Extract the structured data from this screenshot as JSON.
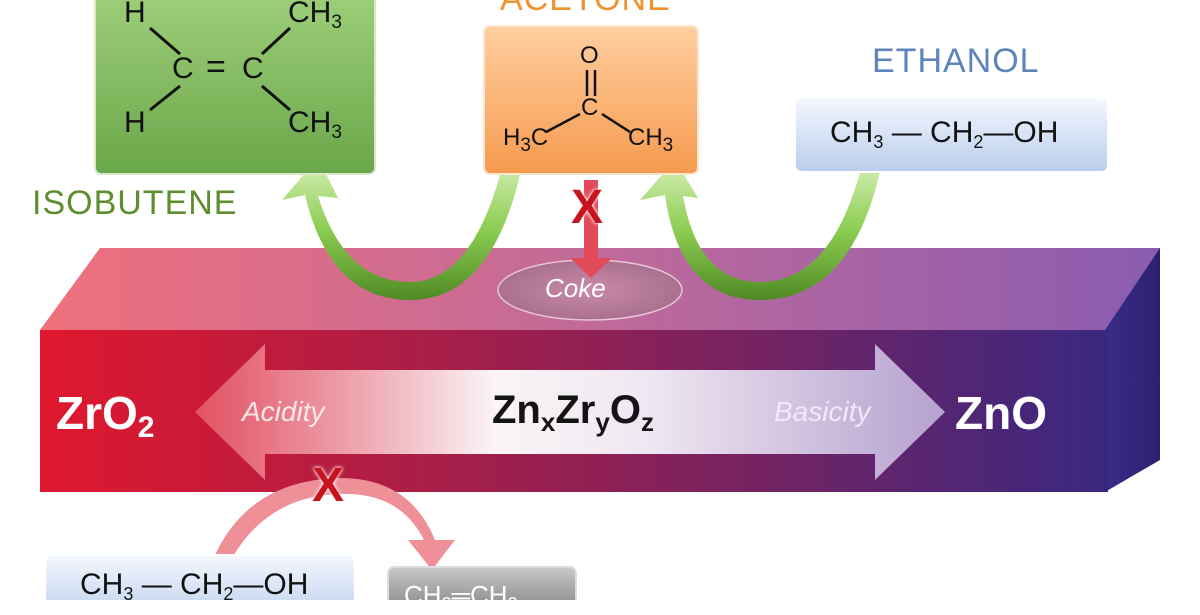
{
  "labels": {
    "isobutene": "ISOBUTENE",
    "acetone": "ACETONE",
    "ethanol": "ETHANOL"
  },
  "isobutene_structure": {
    "h": "H",
    "c": "C",
    "double_bond": "=",
    "ch": "CH",
    "sub3": "3"
  },
  "acetone_structure": {
    "o": "O",
    "c": "C",
    "h": "H",
    "sub3": "3",
    "ch": "CH"
  },
  "ethanol_box": {
    "ch": "CH",
    "sub3": "3",
    "sub2": "2",
    "oh": "OH",
    "dash": "—"
  },
  "bottom": {
    "ch": "CH",
    "sub3": "3",
    "sub2": "2",
    "oh": "OH",
    "dash": "—",
    "double": "═"
  },
  "slab": {
    "left": "Zr",
    "left_o": "O",
    "left_sub": "2",
    "right": "ZnO",
    "formula_zn": "Zn",
    "formula_x": "x",
    "formula_zr": "Zr",
    "formula_y": "y",
    "formula_o": "O",
    "formula_z": "z",
    "acidity": "Acidity",
    "basicity": "Basicity",
    "coke": "Coke"
  },
  "blocked_marker": "X",
  "colors": {
    "isobutene": "#5e8e2e",
    "acetone": "#f0922e",
    "ethanol": "#5d85bc",
    "slab_left": "#e0182d",
    "slab_right": "#3a2880",
    "arrow_green": "#6cb33f",
    "x_red": "#c8141e"
  }
}
